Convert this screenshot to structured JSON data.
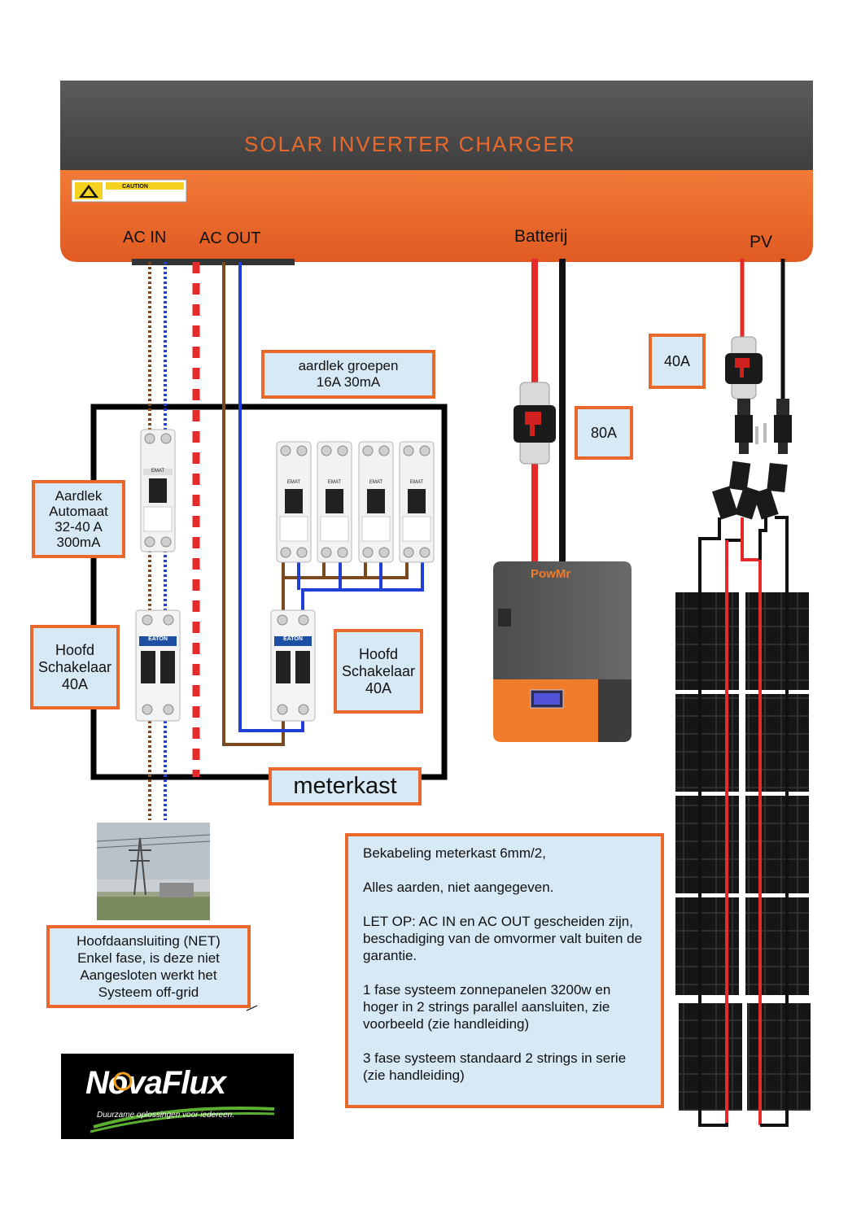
{
  "inverter": {
    "title": "SOLAR INVERTER CHARGER",
    "caution": "CAUTION",
    "ports": {
      "ac_in": "AC IN",
      "ac_out": "AC OUT",
      "battery": "Batterij",
      "pv": "PV"
    }
  },
  "labels": {
    "rcd_groups_line1": "aardlek groepen",
    "rcd_groups_line2": "16A 30mA",
    "rcbo_line1": "Aardlek",
    "rcbo_line2": "Automaat",
    "rcbo_line3": "32-40 A",
    "rcbo_line4": "300mA",
    "main_switch_left_line1": "Hoofd",
    "main_switch_left_line2": "Schakelaar",
    "main_switch_left_line3": "40A",
    "main_switch_right_line1": "Hoofd",
    "main_switch_right_line2": "Schakelaar",
    "main_switch_right_line3": "40A",
    "meterkast": "meterkast",
    "fuse_battery": "80A",
    "fuse_pv": "40A",
    "grid_line1": "Hoofdaansluiting (NET)",
    "grid_line2": "Enkel fase, is deze niet",
    "grid_line3": "Aangesloten werkt het",
    "grid_line4": "Systeem off-grid"
  },
  "breaker_marks": {
    "brand_small": "EMAT",
    "brand_main": "EATON"
  },
  "battery": {
    "brand": "PowMr"
  },
  "notes": [
    "Bekabeling meterkast 6mm/2,",
    "Alles aarden, niet aangegeven.",
    "LET OP:  AC IN en AC OUT gescheiden zijn, beschadiging van de omvormer valt buiten de garantie.",
    "1 fase systeem zonnepanelen 3200w en hoger in 2 strings parallel aansluiten, zie voorbeeld (zie handleiding)",
    "3 fase systeem standaard 2 strings in serie (zie handleiding)"
  ],
  "logo": {
    "name_part1": "NovaFlux",
    "tagline": "Duurzame oplossingen voor iedereen."
  },
  "colors": {
    "inverter_orange": "#e8692b",
    "inverter_dark": "#4a4a4a",
    "label_fill": "#d7e9f5",
    "wire_brown": "#7a4a1e",
    "wire_blue": "#1f3fd6",
    "wire_red": "#e62a2a",
    "wire_black": "#111111"
  }
}
